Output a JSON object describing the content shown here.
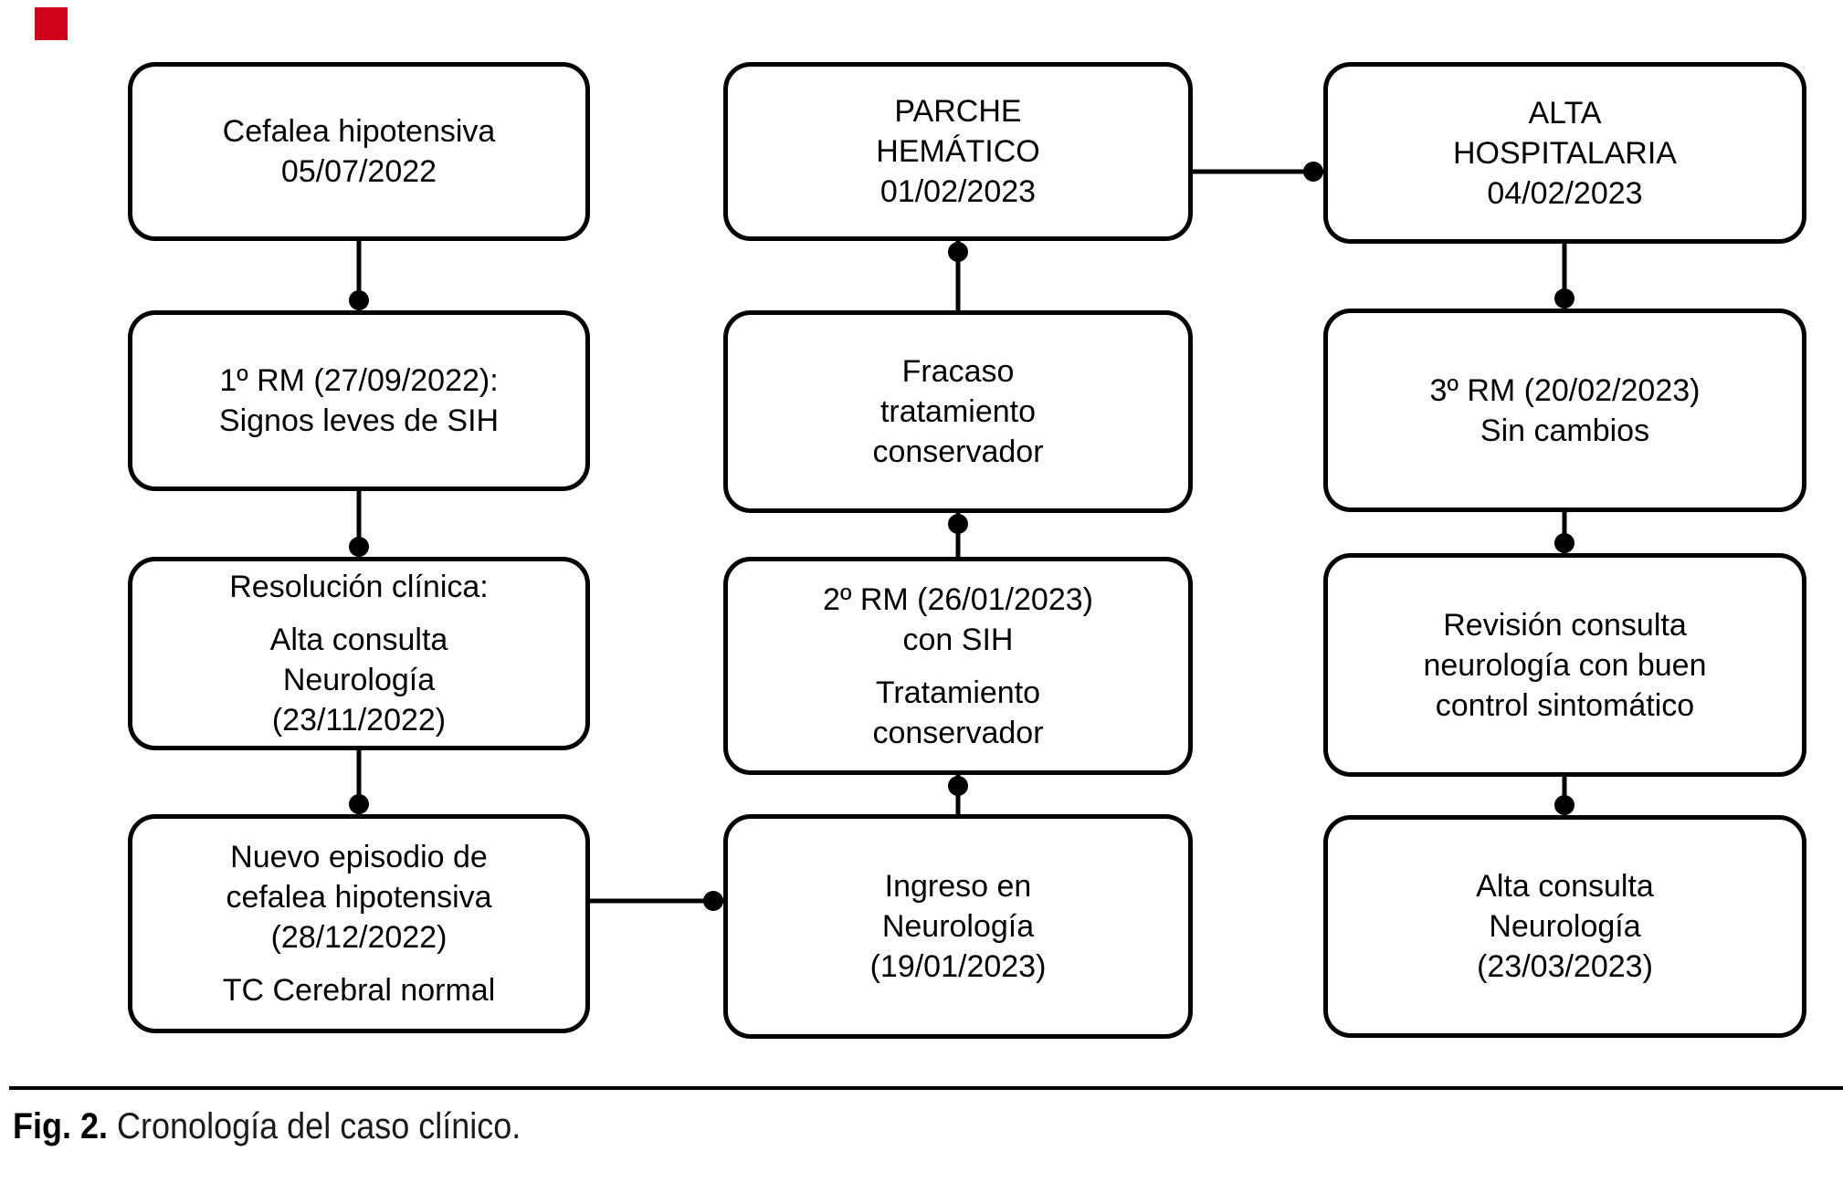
{
  "diagram": {
    "nodes": {
      "l1": {
        "p1": "Cefalea hipotensiva\n05/07/2022"
      },
      "l2": {
        "p1": "1º RM (27/09/2022):\nSignos leves de SIH"
      },
      "l3": {
        "p1": "Resolución clínica:",
        "p2": "Alta consulta\nNeurología\n(23/11/2022)"
      },
      "l4": {
        "p1": "Nuevo episodio de\ncefalea hipotensiva\n(28/12/2022)",
        "p2": "TC Cerebral normal"
      },
      "m1": {
        "p1": "PARCHE\nHEMÁTICO\n01/02/2023"
      },
      "m2": {
        "p1": "Fracaso\ntratamiento\nconservador"
      },
      "m3": {
        "p1": "2º RM (26/01/2023)\ncon SIH",
        "p2": "Tratamiento\nconservador"
      },
      "m4": {
        "p1": "Ingreso en\nNeurología\n(19/01/2023)"
      },
      "r1": {
        "p1": "ALTA\nHOSPITALARIA\n04/02/2023"
      },
      "r2": {
        "p1": "3º RM (20/02/2023)\nSin cambios"
      },
      "r3": {
        "p1": "Revisión consulta\nneurología con buen\ncontrol sintomático"
      },
      "r4": {
        "p1": "Alta consulta\nNeurología\n(23/03/2023)"
      }
    }
  },
  "caption": {
    "label": "Fig. 2.",
    "text": "Cronología del caso clínico."
  },
  "colors": {
    "line": "#000000",
    "box_border": "#000000",
    "box_bg": "#ffffff",
    "red_marker": "#d0021b"
  }
}
